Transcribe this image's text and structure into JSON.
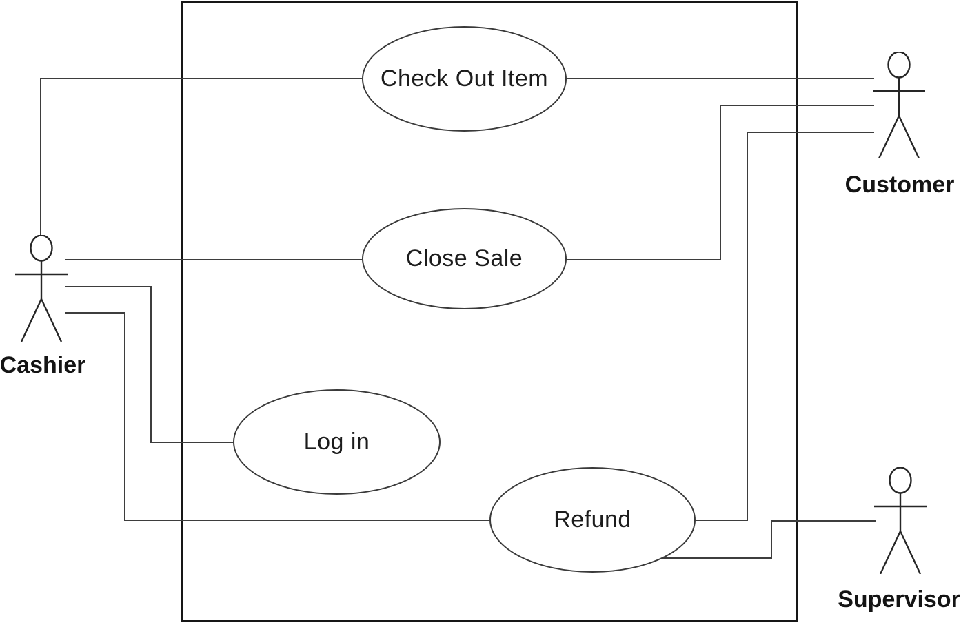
{
  "diagram": {
    "kind": "uml-use-case-diagram"
  },
  "use_cases": [
    {
      "id": "check-out-item",
      "label": "Check Out Item"
    },
    {
      "id": "close-sale",
      "label": "Close Sale"
    },
    {
      "id": "log-in",
      "label": "Log in"
    },
    {
      "id": "refund",
      "label": "Refund"
    }
  ],
  "actors": [
    {
      "id": "cashier",
      "label": "Cashier"
    },
    {
      "id": "customer",
      "label": "Customer"
    },
    {
      "id": "supervisor",
      "label": "Supervisor"
    }
  ],
  "associations": [
    {
      "from": "Cashier",
      "to": "Check Out Item"
    },
    {
      "from": "Cashier",
      "to": "Close Sale"
    },
    {
      "from": "Cashier",
      "to": "Log in"
    },
    {
      "from": "Cashier",
      "to": "Refund"
    },
    {
      "from": "Customer",
      "to": "Check Out Item"
    },
    {
      "from": "Customer",
      "to": "Close Sale"
    },
    {
      "from": "Customer",
      "to": "Refund"
    },
    {
      "from": "Supervisor",
      "to": "Refund"
    }
  ],
  "colors": {
    "background": "#ffffff",
    "boundary": "#161616",
    "line": "#3d3d3d",
    "text": "#141414"
  }
}
